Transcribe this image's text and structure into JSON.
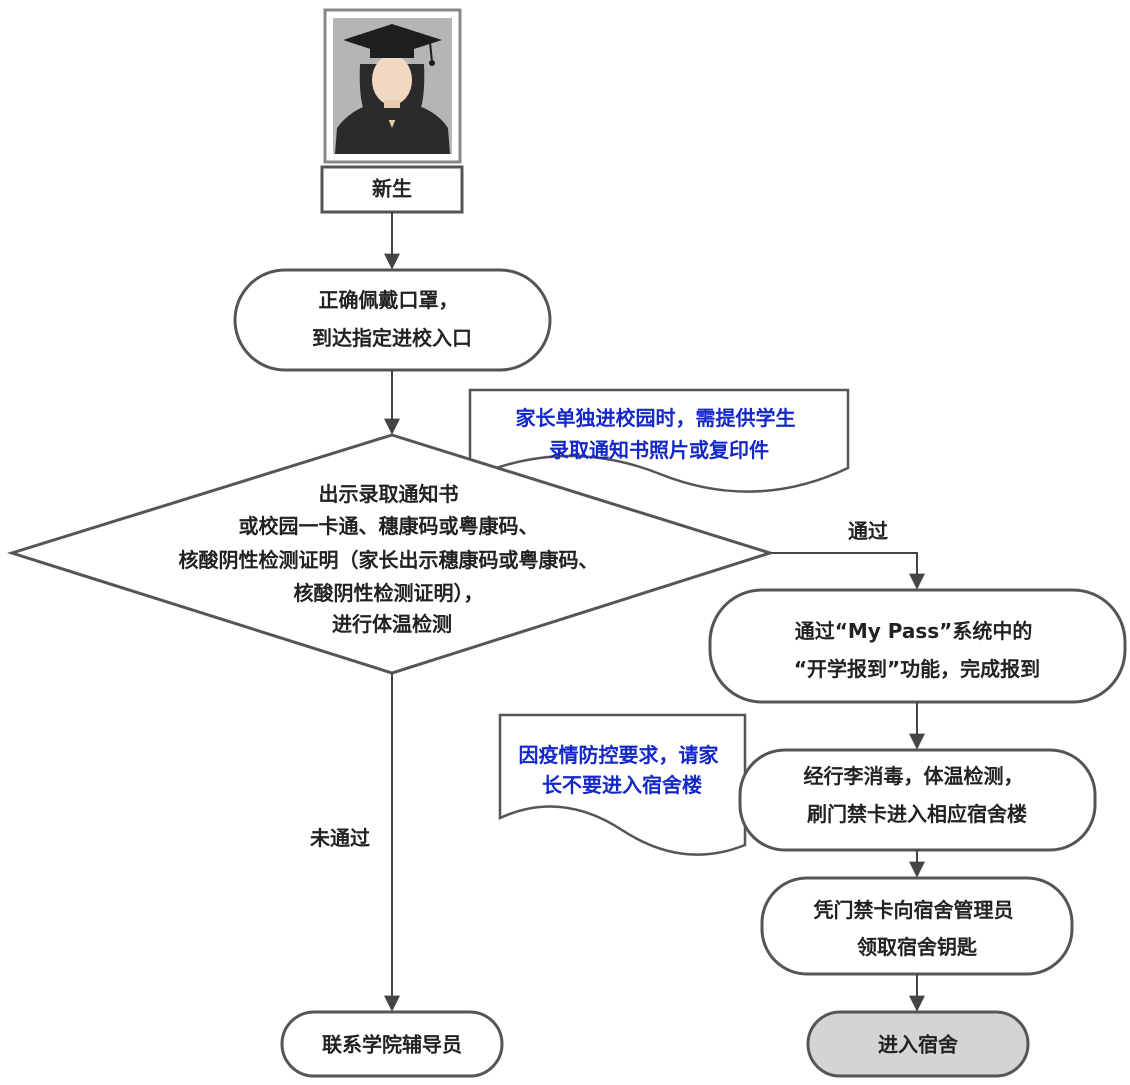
{
  "nodes": {
    "student": {
      "label": "新生"
    },
    "mask": {
      "lines": [
        "正确佩戴口罩，",
        "到达指定进校入口"
      ]
    },
    "check": {
      "lines": [
        "出示录取通知书",
        "或校园一卡通、穗康码或粤康码、",
        "核酸阴性检测证明（家长出示穗康码或粤康码、",
        "核酸阴性检测证明），",
        "进行体温检测"
      ]
    },
    "mypass": {
      "lines": [
        "通过“My Pass”系统中的",
        "“开学报到”功能，完成报到"
      ]
    },
    "disinfect": {
      "lines": [
        "经行李消毒，体温检测，",
        "刷门禁卡进入相应宿舍楼"
      ]
    },
    "keys": {
      "lines": [
        "凭门禁卡向宿舍管理员",
        "领取宿舍钥匙"
      ]
    },
    "dorm": {
      "label": "进入宿舍"
    },
    "counselor": {
      "label": "联系学院辅导员"
    }
  },
  "notes": {
    "parent_campus": {
      "lines": [
        "家长单独进校园时，需提供学生",
        "录取通知书照片或复印件"
      ]
    },
    "parent_dorm": {
      "lines": [
        "因疫情防控要求，请家",
        "长不要进入宿舍楼"
      ]
    }
  },
  "edges": {
    "pass_label": "通过",
    "fail_label": "未通过"
  },
  "colors": {
    "stroke": "#555555",
    "node_fill": "#ffffff",
    "final_fill": "#d4d4d4",
    "note_text": "#1428c8",
    "avatar_bg": "#b5b5b5"
  }
}
